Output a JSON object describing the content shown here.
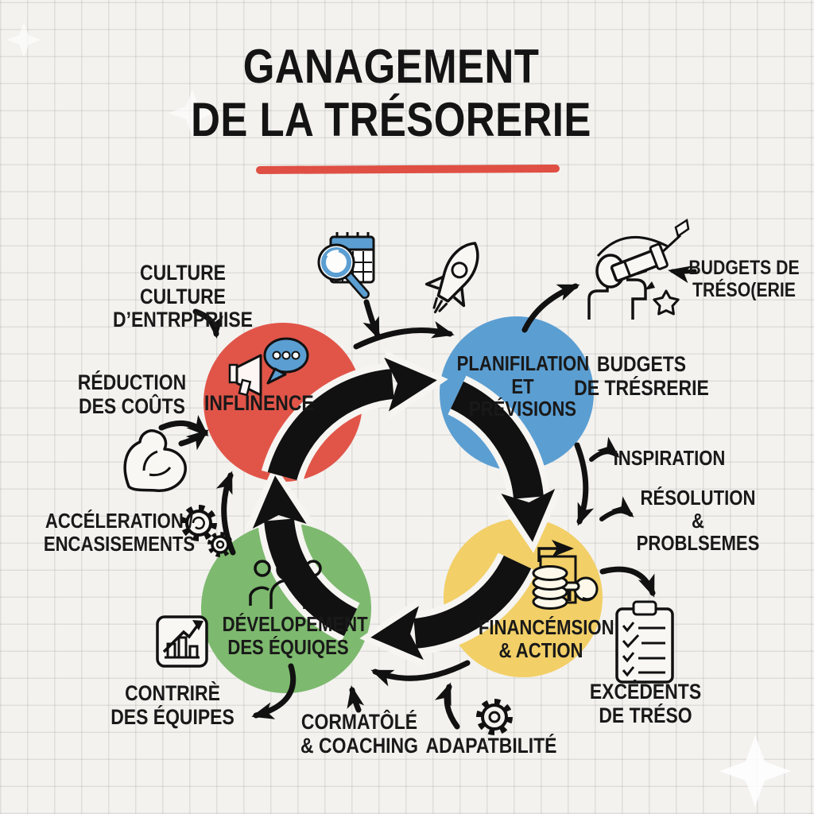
{
  "title": {
    "text": "GANAGEMENT\nDE LA TRÉSORERIE",
    "underline_color": "#df4f43"
  },
  "colors": {
    "red": "#e15549",
    "blue": "#5b9ed2",
    "green": "#7db96e",
    "yellow": "#f2cf67",
    "ink": "#161616",
    "background": "#f3f2ef",
    "grid_line": "#c9c9c7",
    "bubble_blue": "#5b9ed2"
  },
  "cycle": {
    "type": "clockwise-loop",
    "nodes": [
      {
        "id": "influence",
        "label": "INFLINENCE",
        "color": "#e15549",
        "icons": [
          "megaphone-icon",
          "speech-bubble-icon"
        ]
      },
      {
        "id": "planification",
        "label": "PLANIFILATION\nET PRÉVISIONS",
        "color": "#5b9ed2",
        "icons": []
      },
      {
        "id": "financement",
        "label": "FINANCÉMSION\n& ACTION",
        "color": "#f2cf67",
        "icons": [
          "coins-hand-icon"
        ]
      },
      {
        "id": "developpement",
        "label": "DÉVELOPEMENT\nDES ÉQUIQES",
        "color": "#7db96e",
        "icons": [
          "team-icon"
        ]
      }
    ]
  },
  "labels": {
    "culture": "CULTURE\nCULTURE D’ENTRPPRIISE",
    "reduction": "RÉDUCTION\nDES COÛTS",
    "acceleration": "ACCÉLERATION /\nENCASISEMENTS",
    "contrire": "CONTRIRÈ\nDES ÉQUIPES",
    "cormatole": "CORMATÔLÉ\n& COACHING",
    "adaptabilite": "ADAPATBILITÉ",
    "excedents": "EXCÉDENTS\nDE TRÉSO",
    "resolution": "RÉSOLUTION\n& PROBLSEMES",
    "inspiration": "INSPIRATION",
    "budgets_tresrerie": "BUDGETS\nDE TRÉSRERIE",
    "budgets_tresoerie": "BUDGETS DE\nTRÉSO(ERIE"
  },
  "icons": [
    "calendar-search-icon",
    "rocket-icon",
    "telescope-person-icon",
    "star-icon",
    "muscle-arm-icon",
    "gears-icon",
    "growth-chart-icon",
    "gear-icon",
    "checklist-clipboard-icon",
    "megaphone-icon",
    "speech-bubble-icon",
    "team-icon",
    "coins-hand-icon",
    "sparkle-icon"
  ]
}
